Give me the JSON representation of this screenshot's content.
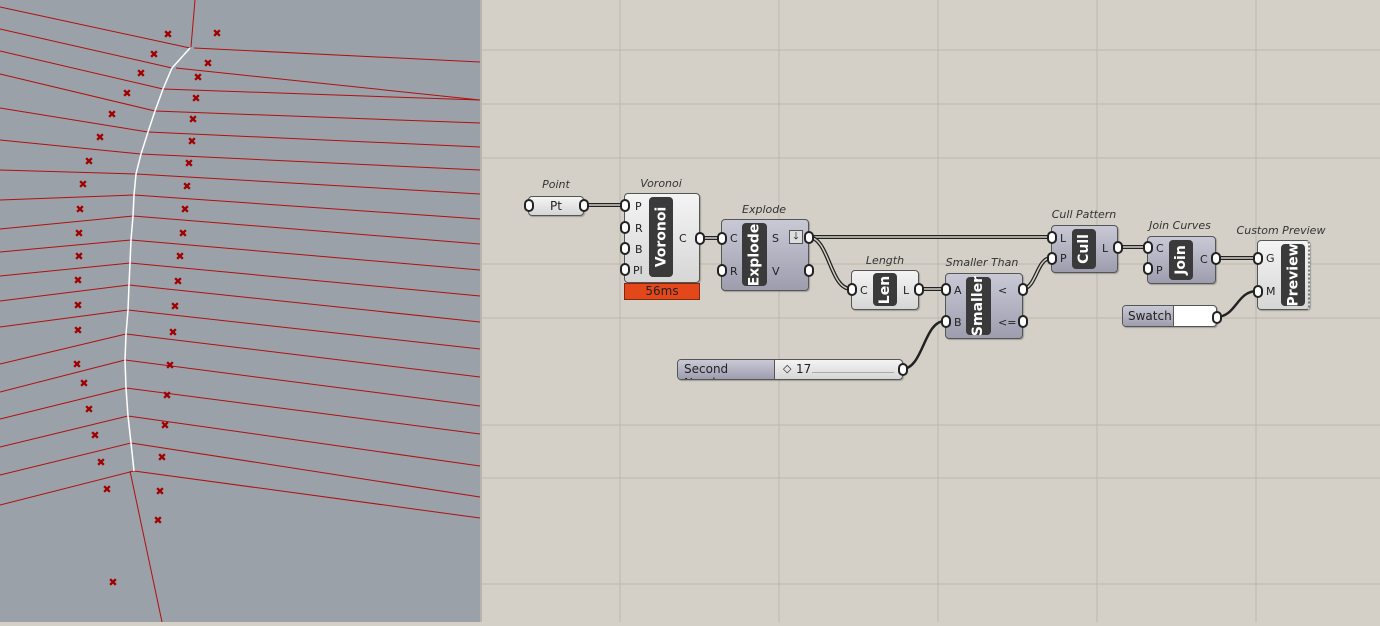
{
  "viewport": {
    "line_color": "#b01010",
    "point_color": "#a00000",
    "curve_color": "#ffffff",
    "background": "#9aa1a8"
  },
  "components": {
    "point": {
      "title": "Point",
      "label": "Pt"
    },
    "voronoi": {
      "title": "Voronoi",
      "label": "Voronoi",
      "inputs": [
        "P",
        "R",
        "B",
        "Pl"
      ],
      "outputs": [
        "C"
      ],
      "timer": "56ms"
    },
    "explode": {
      "title": "Explode",
      "label": "Explode",
      "inputs": [
        "C",
        "R"
      ],
      "outputs": [
        "S",
        "V"
      ]
    },
    "length": {
      "title": "Length",
      "label": "Len",
      "inputs": [
        "C"
      ],
      "outputs": [
        "L"
      ]
    },
    "smaller": {
      "title": "Smaller Than",
      "label": "Smaller",
      "inputs": [
        "A",
        "B"
      ],
      "outputs": [
        "<",
        "<="
      ]
    },
    "cull": {
      "title": "Cull Pattern",
      "label": "Cull",
      "inputs": [
        "L",
        "P"
      ],
      "outputs": [
        "L"
      ]
    },
    "join": {
      "title": "Join Curves",
      "label": "Join",
      "inputs": [
        "C",
        "P"
      ],
      "outputs": [
        "C"
      ]
    },
    "preview": {
      "title": "Custom Preview",
      "label": "Preview",
      "inputs": [
        "G",
        "M"
      ]
    },
    "swatch": {
      "label": "Swatch",
      "color": "#ffffff"
    },
    "slider": {
      "label": "Second Number",
      "value": "17"
    }
  },
  "colors": {
    "timer": "#e4471a",
    "canvas": "#d4d0c8"
  }
}
